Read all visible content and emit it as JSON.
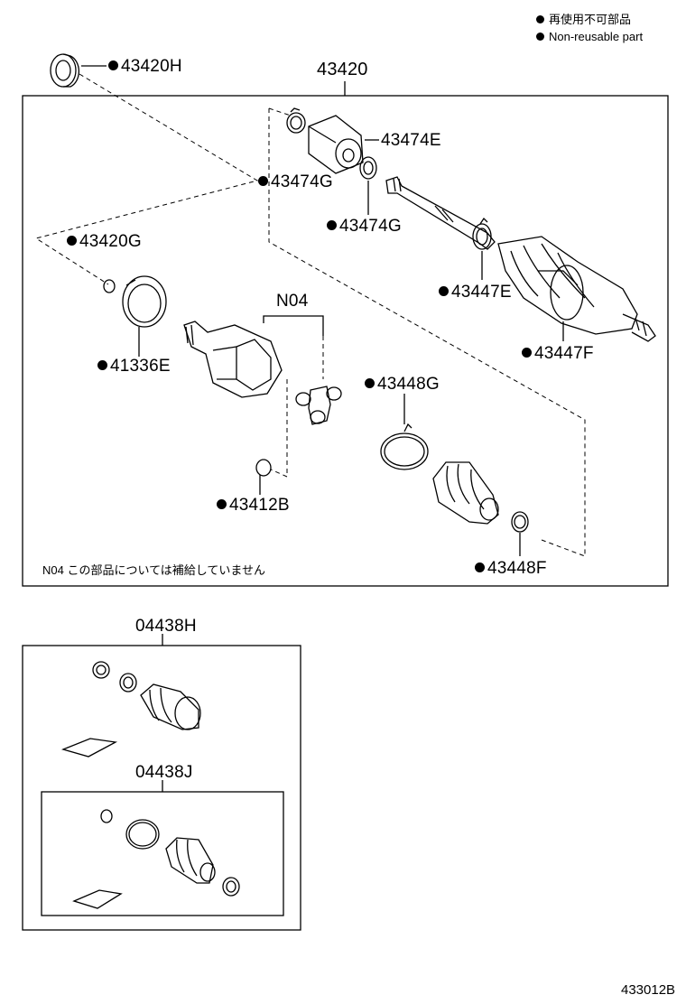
{
  "legend": {
    "line1": "再使用不可部品",
    "line2": "Non-reusable part"
  },
  "assembly": {
    "main_title": "43420",
    "kit1_title": "04438H",
    "kit2_title": "04438J",
    "sub_title": "N04",
    "note": "N04 この部品については補給していません",
    "diagram_code": "433012B"
  },
  "parts": {
    "p43420H": "43420H",
    "p43474E": "43474E",
    "p43474G_a": "43474G",
    "p43474G_b": "43474G",
    "p43420G": "43420G",
    "p41336E": "41336E",
    "p43447E": "43447E",
    "p43447F": "43447F",
    "p43448G": "43448G",
    "p43412B": "43412B",
    "p43448F": "43448F"
  }
}
